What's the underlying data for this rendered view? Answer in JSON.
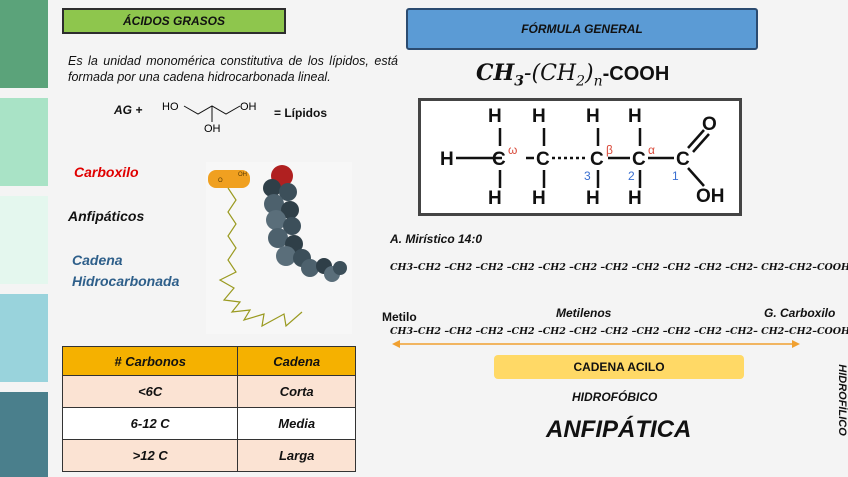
{
  "side_colors": [
    "#5ba37a",
    "#a9e3c6",
    "#e4f7ee",
    "#99d3dc",
    "#5a9fb0",
    "#4a7f8c"
  ],
  "acidos": {
    "title": "ÁCIDOS GRASOS",
    "description": "Es la unidad monomérica constitutiva de los lípidos, está formada por una cadena hidrocarbonada lineal.",
    "ag_label": "AG +",
    "glycerol_oh": [
      "HO",
      "OH",
      "OH"
    ],
    "equals_label": "= Lípidos"
  },
  "labels": {
    "carboxilo": "Carboxilo",
    "anfipaticos": "Anfipáticos",
    "cadena_line1": "Cadena",
    "cadena_line2": "Hidrocarbonada"
  },
  "table": {
    "headers": [
      "# Carbonos",
      "Cadena"
    ],
    "rows": [
      [
        "<6C",
        "Corta"
      ],
      [
        "6-12 C",
        "Media"
      ],
      [
        ">12 C",
        "Larga"
      ]
    ]
  },
  "formula": {
    "header": "FÓRMULA GENERAL",
    "main": "CH3-(CH2)n-COOH",
    "main_parts": [
      "CH",
      "3",
      "-(CH",
      "2",
      ")",
      "n",
      "-COOH"
    ]
  },
  "structure": {
    "h_label": "H",
    "c_label": "C",
    "o_label": "O",
    "oh_label": "OH",
    "greek": [
      "ω",
      "β",
      "α"
    ],
    "numbers": [
      "3",
      "2",
      "1"
    ]
  },
  "miristico": {
    "title": "A. Mirístico 14:0",
    "chain": "CH3–CH2 –CH2 –CH2 –CH2 –CH2 –CH2 –CH2 –CH2 –CH2 –CH2 –CH2– CH2–CH2–COOH"
  },
  "acyl": {
    "metilo": "Metilo",
    "metilenos": "Metilenos",
    "carboxilo": "G. Carboxilo",
    "chain": "CH3–CH2 –CH2 –CH2 –CH2 –CH2 –CH2 –CH2 –CH2 –CH2 –CH2 –CH2– CH2–CH2–COOH",
    "cadena_acilo": "CADENA ACILO",
    "hidrofobico": "HIDROFÓBICO",
    "hidrofilico": "HIDROFÍLICO",
    "anfipatica": "ANFIPÁTICA"
  },
  "colors": {
    "green_header": "#8ec64d",
    "blue_header": "#5b9bd5",
    "acilo_bar": "#ffd966",
    "carboxilo_red": "#e00000",
    "cadena_blue": "#2e5f8a",
    "greek_red": "#d94a3a",
    "number_blue": "#3a6fd0",
    "arrow_orange": "#f0a030"
  }
}
